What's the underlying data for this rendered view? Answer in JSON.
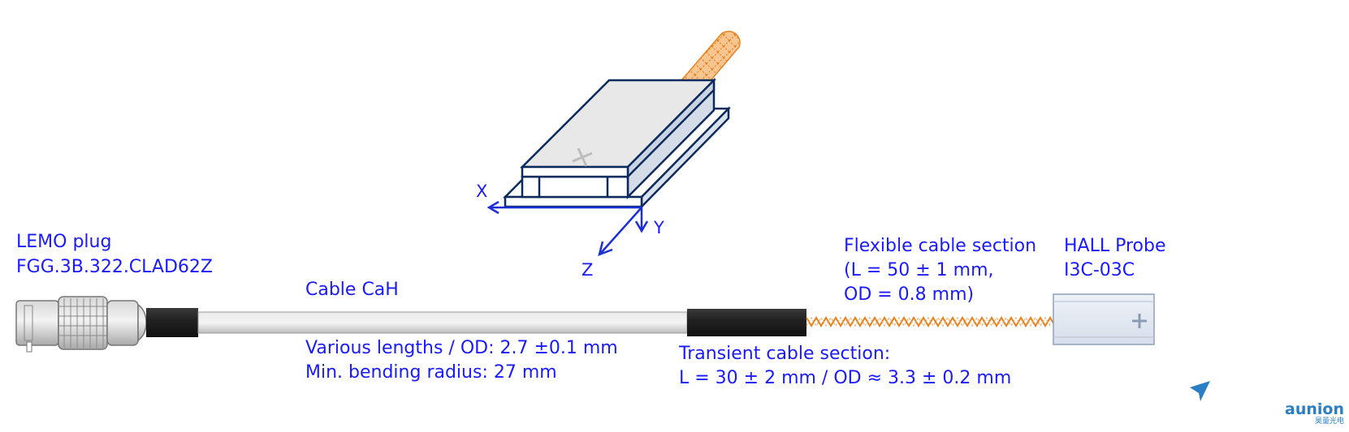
{
  "labels": {
    "lemo_title": "LEMO plug",
    "lemo_part": "FGG.3B.322.CLAD62Z",
    "cable_title": "Cable CaH",
    "cable_spec_1": "Various lengths  /  OD: 2.7 ±0.1 mm",
    "cable_spec_2": "Min. bending radius:  27 mm",
    "transient_1": "Transient cable section:",
    "transient_2": "L = 30 ± 2 mm  /  OD ≈ 3.3 ± 0.2 mm",
    "flex_1": "Flexible cable section",
    "flex_2": "(L = 50 ± 1 mm,",
    "flex_3": "OD = 0.8 mm)",
    "probe_title": "HALL Probe",
    "probe_part": "I3C-03C"
  },
  "axes": {
    "x": "X",
    "y": "Y",
    "z": "Z"
  },
  "brand": {
    "name": "aunion",
    "sub": "昊量光电"
  },
  "colors": {
    "label_text": "#1a1aff",
    "outline": "#0d2a5c",
    "cable_gray": "#cfcfcf",
    "sleeve_black": "#222222",
    "flex_orange": "#e8821e",
    "brand_blue": "#2a7fc4"
  }
}
